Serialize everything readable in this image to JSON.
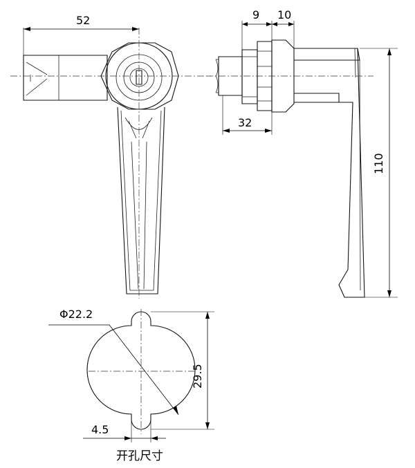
{
  "dimensions": {
    "handle_offset": "52",
    "flange_thickness": "9",
    "bezel_thickness": "10",
    "body_length": "32",
    "handle_height": "110",
    "hole_diameter": "Φ22.2",
    "cutout_height": "29.5",
    "slot_width": "4.5"
  },
  "caption": "开孔尺寸"
}
